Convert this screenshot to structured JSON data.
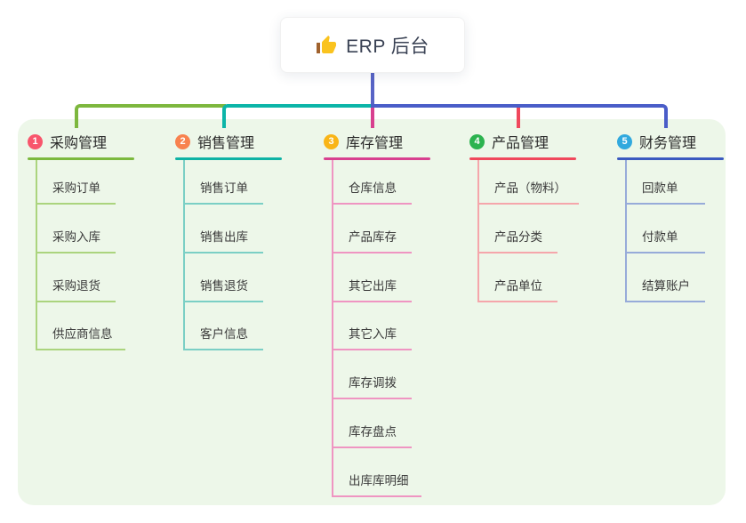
{
  "root": {
    "label": "ERP 后台",
    "icon": "thumbs-up"
  },
  "panel": {
    "bg": "#edf7e9"
  },
  "connector": {
    "root_stem_color": "#5864c6"
  },
  "branches": [
    {
      "index": "1",
      "label": "采购管理",
      "badge_color": "#f8566c",
      "line_color": "#7cb93e",
      "light_color": "#abd47e",
      "connector_color": "#7db73e",
      "children": [
        "采购订单",
        "采购入库",
        "采购退货",
        "供应商信息"
      ]
    },
    {
      "index": "2",
      "label": "销售管理",
      "badge_color": "#f8824f",
      "line_color": "#0fb3a5",
      "light_color": "#7bcfc5",
      "connector_color": "#0cb5a8",
      "children": [
        "销售订单",
        "销售出库",
        "销售退货",
        "客户信息"
      ]
    },
    {
      "index": "3",
      "label": "库存管理",
      "badge_color": "#f9b517",
      "line_color": "#d8408f",
      "light_color": "#ef95c2",
      "connector_color": "#d8408f",
      "children": [
        "仓库信息",
        "产品库存",
        "其它出库",
        "其它入库",
        "库存调拨",
        "库存盘点",
        "出库库明细"
      ]
    },
    {
      "index": "4",
      "label": "产品管理",
      "badge_color": "#2cb34f",
      "line_color": "#f0485c",
      "light_color": "#f5a6ab",
      "connector_color": "#f0485c",
      "children": [
        "产品（物料）",
        "产品分类",
        "产品单位"
      ]
    },
    {
      "index": "5",
      "label": "财务管理",
      "badge_color": "#31a9de",
      "line_color": "#3b5ac0",
      "light_color": "#97abd9",
      "connector_color": "#4a5dc8",
      "children": [
        "回款单",
        "付款单",
        "结算账户"
      ]
    }
  ]
}
